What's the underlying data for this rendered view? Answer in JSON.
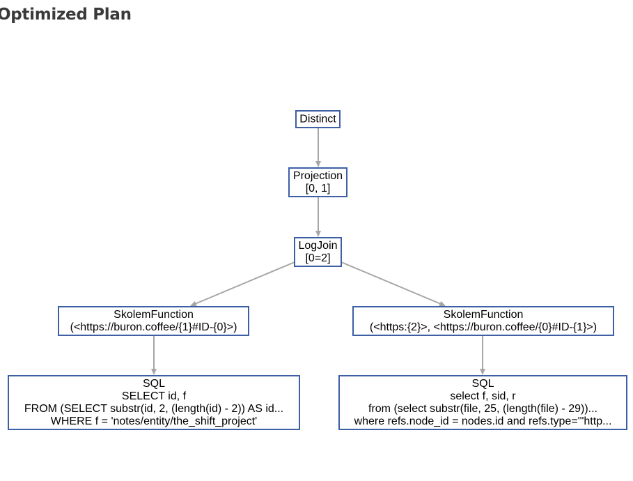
{
  "page": {
    "title": "Optimized Plan"
  },
  "diagram": {
    "nodes": [
      {
        "id": "distinct",
        "lines": [
          "Distinct"
        ]
      },
      {
        "id": "projection",
        "lines": [
          "Projection",
          "[0,  1]"
        ]
      },
      {
        "id": "logjoin",
        "lines": [
          "LogJoin",
          "[0=2]"
        ]
      },
      {
        "id": "skolem-left",
        "lines": [
          "SkolemFunction",
          "(<https://buron.coffee/{1}#ID-{0}>)"
        ]
      },
      {
        "id": "skolem-right",
        "lines": [
          "SkolemFunction",
          "(<https:{2}>,  <https://buron.coffee/{0}#ID-{1}>)"
        ]
      },
      {
        "id": "sql-left",
        "lines": [
          "SQL",
          "SELECT id,  f",
          "FROM (SELECT substr(id, 2, (length(id) - 2)) AS id...",
          "WHERE f = 'notes/entity/the_shift_project'"
        ]
      },
      {
        "id": "sql-right",
        "lines": [
          "SQL",
          "select f,  sid, r",
          "from (select substr(file, 25, (length(file) - 29))...",
          "where refs.node_id = nodes.id and refs.type='\"http..."
        ]
      }
    ],
    "edges": [
      {
        "from": "distinct",
        "to": "projection"
      },
      {
        "from": "projection",
        "to": "logjoin"
      },
      {
        "from": "logjoin",
        "to": "skolem-left"
      },
      {
        "from": "logjoin",
        "to": "skolem-right"
      },
      {
        "from": "skolem-left",
        "to": "sql-left"
      },
      {
        "from": "skolem-right",
        "to": "sql-right"
      }
    ]
  }
}
